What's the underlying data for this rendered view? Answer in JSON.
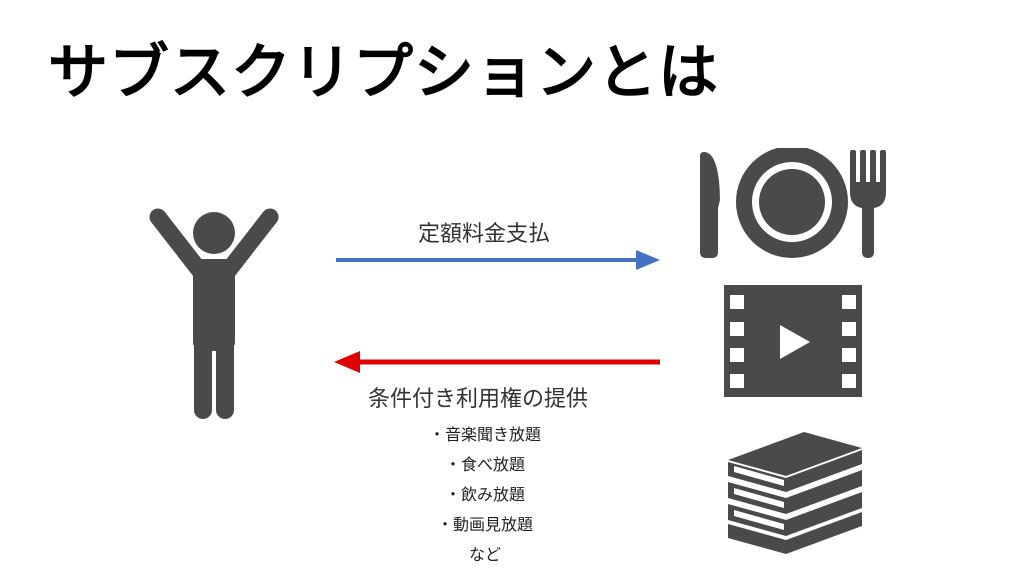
{
  "title": "サブスクリプションとは",
  "arrows": {
    "payment_label": "定額料金支払",
    "payment_color": "#4472c4",
    "rights_label": "条件付き利用権の提供",
    "rights_color": "#e00000"
  },
  "examples": [
    "・音楽聞き放題",
    "・食べ放題",
    "・飲み放題",
    "・動画見放題",
    "など"
  ],
  "icons": {
    "person": "person-arms-raised-icon",
    "dining": "plate-knife-fork-icon",
    "video": "film-play-icon",
    "books": "book-stack-icon",
    "color": "#4a4a4a"
  }
}
